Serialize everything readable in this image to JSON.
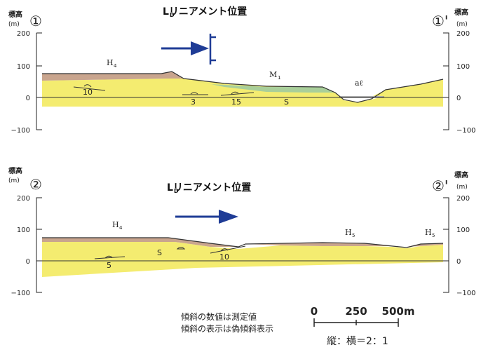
{
  "axis": {
    "title": "標高",
    "unit": "(m)",
    "ticks": [
      "200",
      "100",
      "0",
      "−100"
    ]
  },
  "profile1": {
    "marker_left": "①",
    "marker_right": "①'",
    "title": "Lリニアメント位置",
    "title_sub": "D",
    "labels": {
      "h4": "H",
      "h4_sub": "4",
      "m1": "M",
      "m1_sub": "1",
      "al": "aℓ",
      "s": "S",
      "dip_10": "10",
      "dip_3": "3",
      "dip_15": "15"
    }
  },
  "profile2": {
    "marker_left": "②",
    "marker_right": "②'",
    "title": "Lリニアメント位置",
    "title_sub": "D",
    "labels": {
      "h4": "H",
      "h4_sub": "4",
      "h5a": "H",
      "h5a_sub": "5",
      "h5b": "H",
      "h5b_sub": "5",
      "s": "S",
      "dip_5": "5",
      "dip_10": "10"
    }
  },
  "notes": {
    "line1": "傾斜の数値は測定値",
    "line2": "傾斜の表示は偽傾斜表示"
  },
  "scale_bar": {
    "labels": [
      "0",
      "250",
      "500m"
    ],
    "ratio": "縦：横＝2：1"
  },
  "colors": {
    "yellow": "#f4ec70",
    "brown": "#c9a58e",
    "green": "#a9cf9a",
    "arrow": "#1f3c96"
  }
}
